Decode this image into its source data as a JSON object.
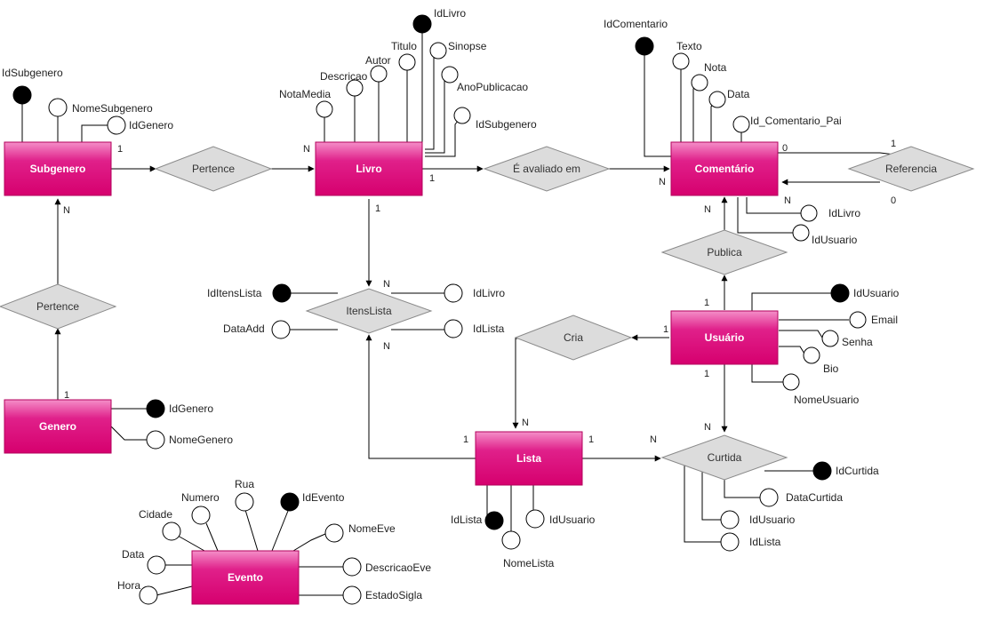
{
  "colors": {
    "entity_top": "#f48fc8",
    "entity_bottom": "#d6006e",
    "entity_stroke": "#b3005c",
    "relationship_fill": "#dcdcdc",
    "relationship_stroke": "#8a8a8a",
    "key_attribute": "#000000",
    "attribute": "#ffffff"
  },
  "entities": {
    "subgenero": "Subgenero",
    "livro": "Livro",
    "comentario": "Comentário",
    "genero": "Genero",
    "usuario": "Usuário",
    "lista": "Lista",
    "evento": "Evento"
  },
  "relationships": {
    "pertence_livro": "Pertence",
    "avaliado": "É avaliado em",
    "referencia": "Referencia",
    "pertence_genero": "Pertence",
    "itenslista": "ItensLista",
    "publica": "Publica",
    "cria": "Cria",
    "curtida": "Curtida"
  },
  "attributes": {
    "subgenero": {
      "id": "IdSubgenero",
      "nome": "NomeSubgenero",
      "idgenero": "IdGenero"
    },
    "livro": {
      "notamedia": "NotaMedia",
      "descricao": "Descricao",
      "autor": "Autor",
      "titulo": "Titulo",
      "id": "IdLivro",
      "sinopse": "Sinopse",
      "anopublicacao": "AnoPublicacao",
      "idsubgenero": "IdSubgenero"
    },
    "comentario": {
      "id": "IdComentario",
      "texto": "Texto",
      "nota": "Nota",
      "data": "Data",
      "pai": "Id_Comentario_Pai",
      "idlivro": "IdLivro",
      "idusuario": "IdUsuario"
    },
    "itenslista": {
      "id": "IdItensLista",
      "dataadd": "DataAdd",
      "idlivro": "IdLivro",
      "idlista": "IdLista"
    },
    "usuario": {
      "id": "IdUsuario",
      "email": "Email",
      "senha": "Senha",
      "bio": "Bio",
      "nome": "NomeUsuario"
    },
    "genero": {
      "id": "IdGenero",
      "nome": "NomeGenero"
    },
    "lista": {
      "id": "IdLista",
      "nome": "NomeLista",
      "idusuario": "IdUsuario"
    },
    "curtida": {
      "id": "IdCurtida",
      "data": "DataCurtida",
      "idusuario": "IdUsuario",
      "idlista": "IdLista"
    },
    "evento": {
      "id": "IdEvento",
      "rua": "Rua",
      "numero": "Numero",
      "cidade": "Cidade",
      "data": "Data",
      "hora": "Hora",
      "nome": "NomeEve",
      "descricao": "DescricaoEve",
      "estado": "EstadoSigla"
    }
  },
  "cardinalities": {
    "subgenero_1": "1",
    "livro_n": "N",
    "subgenero_n": "N",
    "livro_1_right": "1",
    "comentario_n": "N",
    "ref_0_top": "0",
    "ref_1": "1",
    "ref_n": "N",
    "ref_0_bottom": "0",
    "livro_1_bottom": "1",
    "itens_n_top": "N",
    "itens_n_bottom": "N",
    "comentario_n_bottom": "N",
    "usuario_1_top": "1",
    "usuario_1_left": "1",
    "usuario_1_bottom": "1",
    "genero_1": "1",
    "lista_n_top": "N",
    "lista_1_left": "1",
    "lista_1_right": "1",
    "curtida_n_left": "N",
    "curtida_n_top": "N"
  }
}
